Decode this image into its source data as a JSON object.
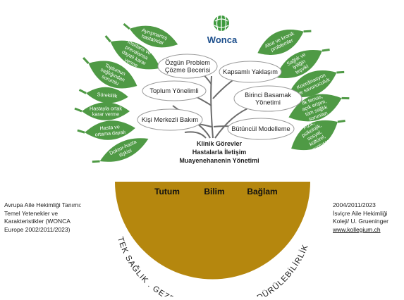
{
  "logo": {
    "name": "Wonca"
  },
  "colors": {
    "leaf": "#4f9a45",
    "leaf_text": "#ffffff",
    "soil": "#b5870e",
    "trunk": "#6b6b6b",
    "logo_green": "#3e9a3e",
    "logo_blue": "#1d4f8c"
  },
  "core_competencies": [
    "Özgün Problem Çözme Becerisi",
    "Kapsamlı Yaklaşım",
    "Toplum Yönelimli",
    "Birinci Basamak Yönetimi",
    "Kişi Merkezli Bakım",
    "Bütüncül Modelleme"
  ],
  "left_leaves": [
    "Ayrışmamış hastalıklar",
    "İnsidans ve prevalansa dayalı karar verme",
    "Toplumun sağlığından sorumlu",
    "Süreklilik",
    "Hastayla ortak karar verme",
    "Hasta ve ortama dayalı",
    "Doktor-hasta ilişkisi"
  ],
  "right_leaves": [
    "Akut ve kronik problemler",
    "Sağlık ve iyiliğin teşviki",
    "Koordinasyon ve savunuculuk",
    "İlk temas, açık erişim, tüm sağlık sorunları",
    "Fizik, psikolojik, sosyal, kültürel, varoluşçu"
  ],
  "trunk_lines": [
    "Klinik Görevler",
    "Hastalarla İletişim",
    "Muayenehanenin Yönetimi"
  ],
  "roots": [
    "Tutum",
    "Bilim",
    "Bağlam"
  ],
  "arc_text": "TEK SAĞLIK . GEZEGEN SAĞLIĞI . SÜRDÜRÜLEBİLİRLİK",
  "source_left": [
    "Avrupa Aile Hekimliği Tanımı:",
    "Temel Yetenekler ve",
    "Karakteristikler (WONCA",
    "Europe 2002/2011/2023)"
  ],
  "source_right": [
    "2004/2011/2023",
    "İsviçre Aile Hekimliği",
    "Koleji/ U. Grueninger"
  ],
  "source_url": "www.kollegium.ch"
}
